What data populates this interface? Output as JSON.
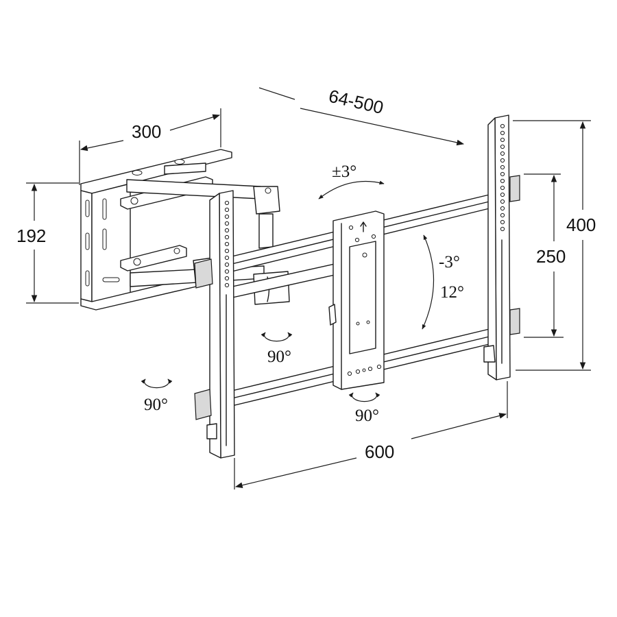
{
  "diagram": {
    "subject": "Full-motion TV wall mount bracket",
    "line_color": "#1a1a1a",
    "background": "#ffffff",
    "dimensions": {
      "wall_plate_width": "300",
      "wall_plate_height": "192",
      "extension_range": "64-500",
      "vesa_horizontal": "600",
      "vesa_vertical_max": "400",
      "vesa_vertical_min": "250"
    },
    "angles": {
      "level_adjust": "±3°",
      "tilt_up": "-3°",
      "tilt_down": "12°",
      "swivel_wall": "90°",
      "swivel_arm": "90°",
      "swivel_head": "90°"
    }
  }
}
